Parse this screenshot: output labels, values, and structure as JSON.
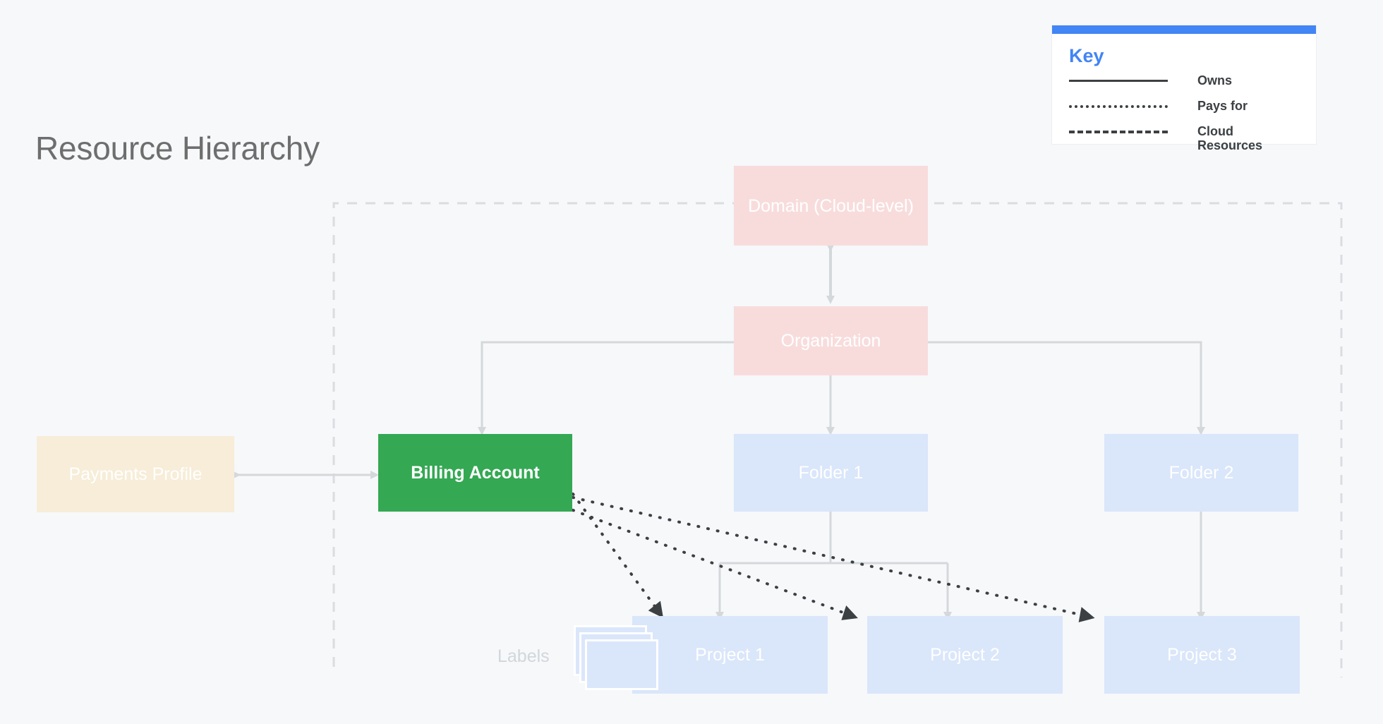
{
  "page": {
    "title": "Resource Hierarchy",
    "background_color": "#F6F8FA"
  },
  "key": {
    "title": "Key",
    "accent_color": "#4285F4",
    "rows": [
      {
        "style": "solid",
        "label": "Owns"
      },
      {
        "style": "dotted",
        "label": "Pays for"
      },
      {
        "style": "dashed",
        "label": "Cloud Resources"
      }
    ]
  },
  "nodes": {
    "domain": {
      "label": "Domain (Cloud-level)",
      "color": "#F8DCDC"
    },
    "organization": {
      "label": "Organization",
      "color": "#F8DCDC"
    },
    "payments_profile": {
      "label": "Payments Profile",
      "color": "#F7EDD8"
    },
    "billing_account": {
      "label": "Billing Account",
      "color": "#34A853"
    },
    "folder_1": {
      "label": "Folder 1",
      "color": "#DAE6FA"
    },
    "folder_2": {
      "label": "Folder 2",
      "color": "#DAE6FA"
    },
    "project_1": {
      "label": "Project 1",
      "color": "#DAE6FA"
    },
    "project_2": {
      "label": "Project 2",
      "color": "#DAE6FA"
    },
    "project_3": {
      "label": "Project 3",
      "color": "#DAE6FA"
    },
    "labels": {
      "label": "Labels",
      "color": "#D2D6DA"
    }
  },
  "boundary": {
    "name": "Cloud Resources",
    "color": "#DADCE0"
  }
}
